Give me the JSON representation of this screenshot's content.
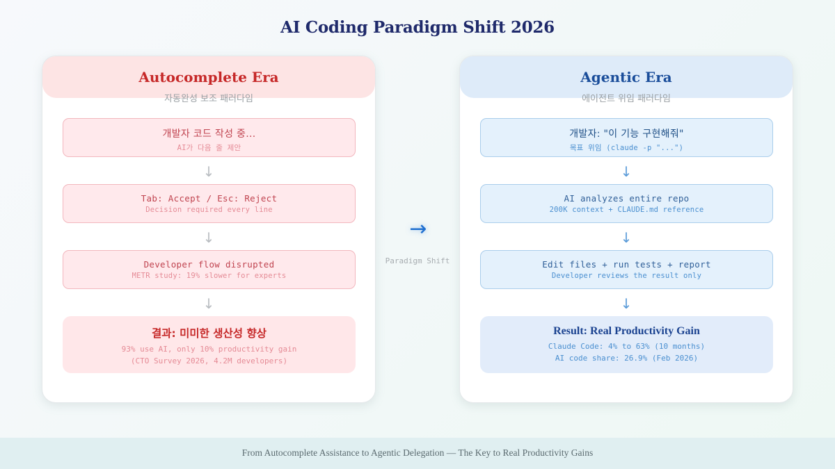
{
  "title": "AI Coding Paradigm Shift 2026",
  "colors": {
    "title": "#1f2a6b",
    "autocomplete_accent": "#c62828",
    "agentic_accent": "#1a4d9a",
    "shift_arrow": "#1e6fd0"
  },
  "left": {
    "title": "Autocomplete Era",
    "subtitle": "자동완성 보조 패러다임",
    "steps": [
      {
        "main": "개발자 코드 작성 중...",
        "sub": "AI가 다음 줄 제안"
      },
      {
        "main": "Tab: Accept / Esc: Reject",
        "sub": "Decision required every line"
      },
      {
        "main": "Developer flow disrupted",
        "sub": "METR study: 19% slower for experts"
      }
    ],
    "result": {
      "title": "결과: 미미한 생산성 향상",
      "lines": [
        "93% use AI, only 10% productivity gain",
        "(CTO Survey 2026, 4.2M developers)"
      ]
    }
  },
  "middle": {
    "arrow_icon": "→",
    "label": "Paradigm Shift"
  },
  "right": {
    "title": "Agentic Era",
    "subtitle": "에이전트 위임 패러다임",
    "steps": [
      {
        "main": "개발자: \"이 기능 구현해줘\"",
        "sub": "목표 위임 (claude -p \"...\")"
      },
      {
        "main": "AI analyzes entire repo",
        "sub": "200K context + CLAUDE.md reference"
      },
      {
        "main": "Edit files + run tests + report",
        "sub": "Developer reviews the result only"
      }
    ],
    "result": {
      "title": "Result: Real Productivity Gain",
      "lines": [
        "Claude Code: 4% to 63% (10 months)",
        "AI code share: 26.9% (Feb 2026)"
      ]
    }
  },
  "arrow_down_icon": "↓",
  "footer": "From Autocomplete Assistance to Agentic Delegation — The Key to Real Productivity Gains"
}
